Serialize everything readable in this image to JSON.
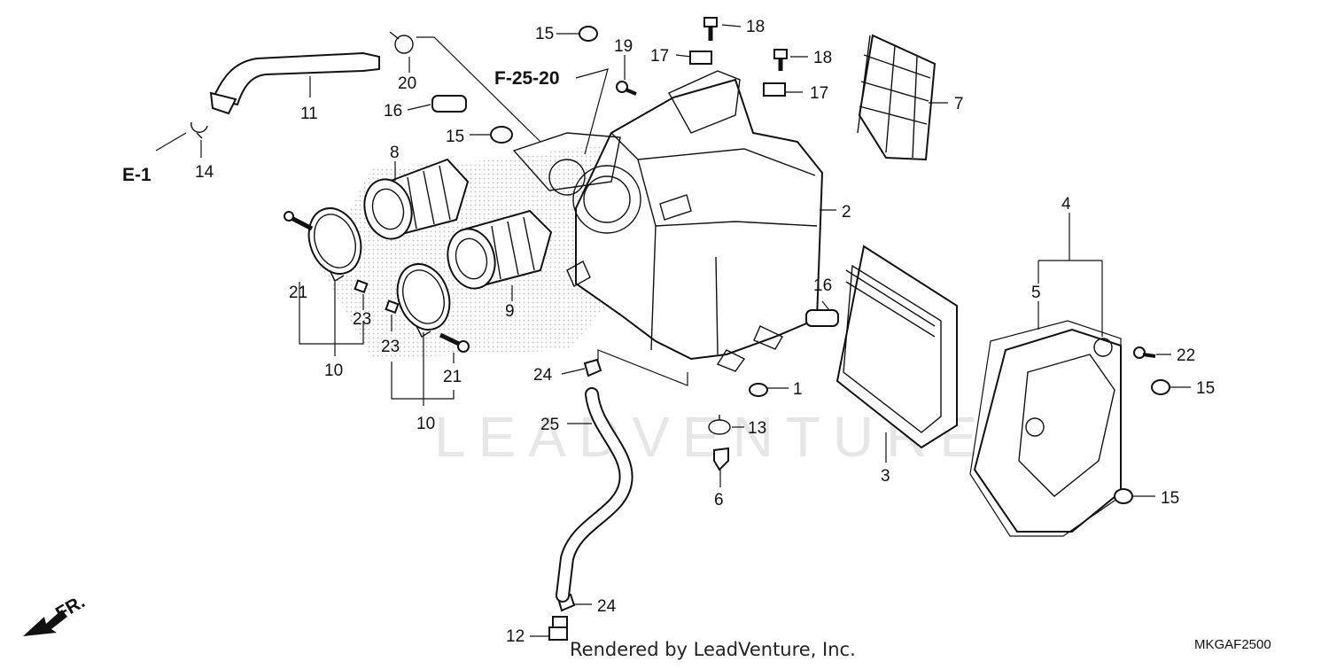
{
  "diagram": {
    "watermark": "LEADVENTURE",
    "footer_credit": "Rendered by LeadVenture, Inc.",
    "diagram_code": "MKGAF2500",
    "front_indicator": "FR.",
    "references": {
      "e1": "E-1",
      "f2520": "F-25-20"
    },
    "callouts": {
      "c1": "1",
      "c2": "2",
      "c3": "3",
      "c4": "4",
      "c5": "5",
      "c6": "6",
      "c7": "7",
      "c8": "8",
      "c9": "9",
      "c10a": "10",
      "c10b": "10",
      "c11": "11",
      "c12": "12",
      "c13": "13",
      "c14": "14",
      "c15a": "15",
      "c15b": "15",
      "c15c": "15",
      "c15d": "15",
      "c16a": "16",
      "c16b": "16",
      "c17a": "17",
      "c17b": "17",
      "c18a": "18",
      "c18b": "18",
      "c19": "19",
      "c20": "20",
      "c21a": "21",
      "c21b": "21",
      "c22": "22",
      "c23a": "23",
      "c23b": "23",
      "c24a": "24",
      "c24b": "24",
      "c25": "25"
    }
  }
}
